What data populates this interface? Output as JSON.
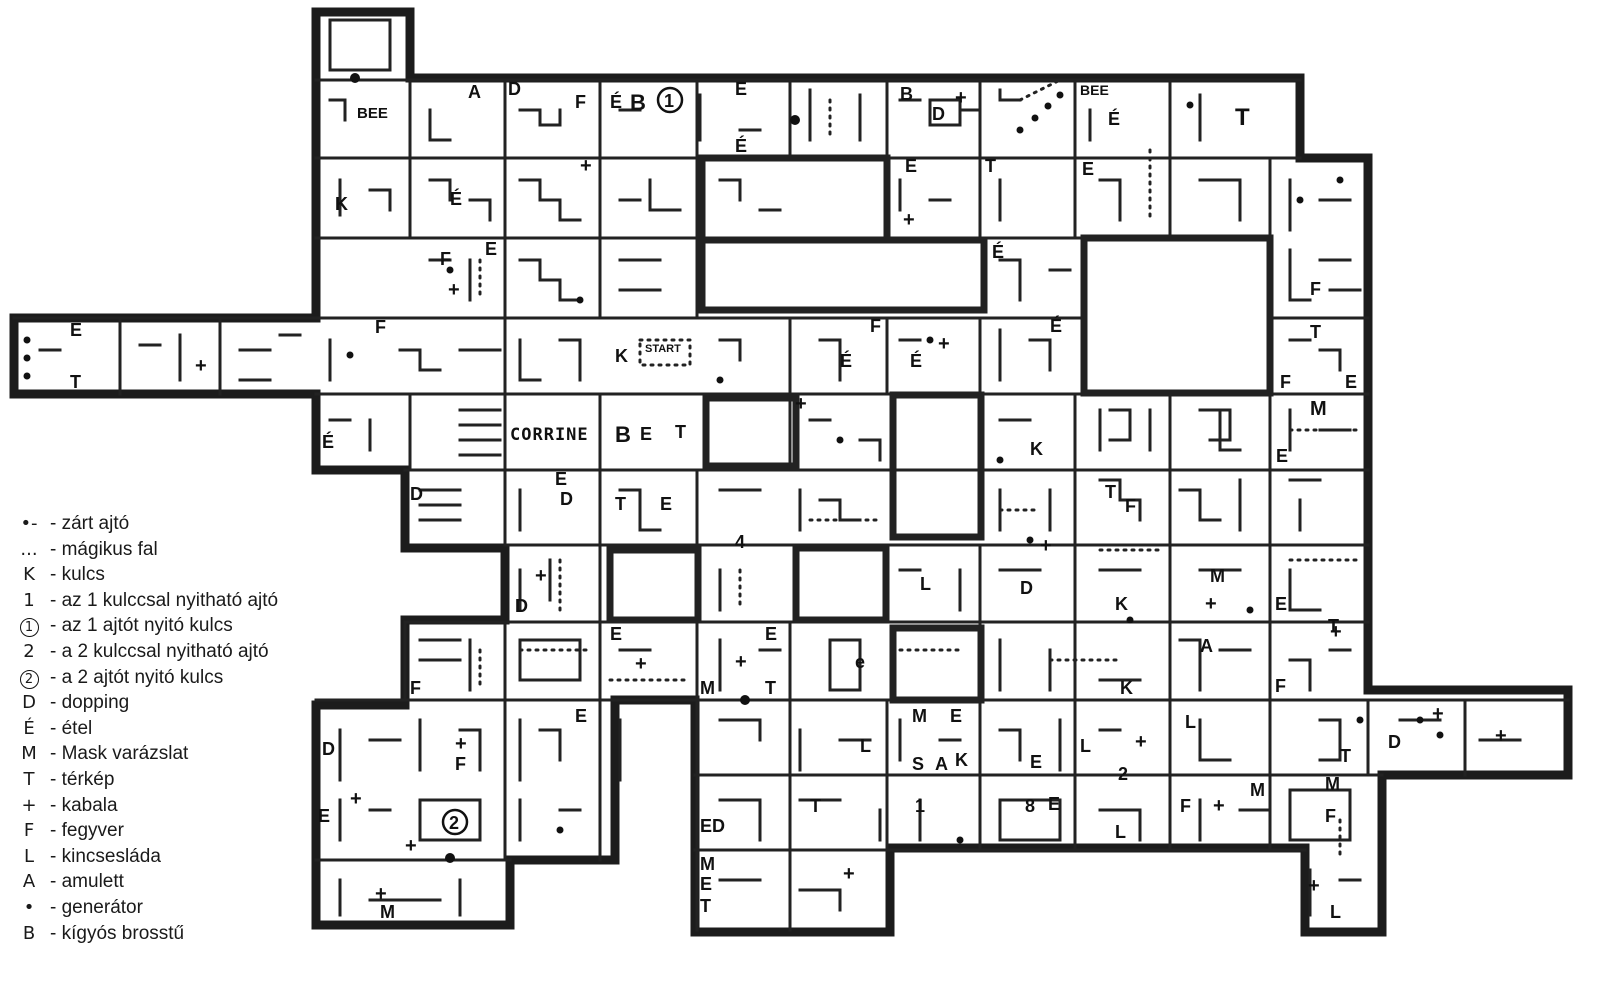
{
  "map": {
    "labels": {
      "corrine": "CORRINE",
      "start": "START",
      "bee1": "BEE",
      "bee2": "BEE"
    }
  },
  "legend": [
    {
      "symbol": "•-",
      "text": "- zárt ajtó"
    },
    {
      "symbol": "...",
      "text": "- mágikus fal"
    },
    {
      "symbol": "K",
      "text": "- kulcs"
    },
    {
      "symbol": "1",
      "text": "- az 1 kulccsal nyitható ajtó"
    },
    {
      "symbol": "1",
      "text": "- az 1 ajtót nyitó kulcs"
    },
    {
      "symbol": "2",
      "text": "- a 2 kulccsal nyitható ajtó"
    },
    {
      "symbol": "2",
      "text": "- a 2 ajtót nyitó kulcs"
    },
    {
      "symbol": "D",
      "text": "- dopping"
    },
    {
      "symbol": "É",
      "text": "- étel"
    },
    {
      "symbol": "M",
      "text": "- Mask varázslat"
    },
    {
      "symbol": "T",
      "text": "- térkép"
    },
    {
      "symbol": "+",
      "text": "- kabala"
    },
    {
      "symbol": "F",
      "text": "- fegyver"
    },
    {
      "symbol": "L",
      "text": "- kincsesláda"
    },
    {
      "symbol": "A",
      "text": "- amulett"
    },
    {
      "symbol": "•",
      "text": "- generátor"
    },
    {
      "symbol": "B",
      "text": "- kígyós brosstű"
    }
  ]
}
